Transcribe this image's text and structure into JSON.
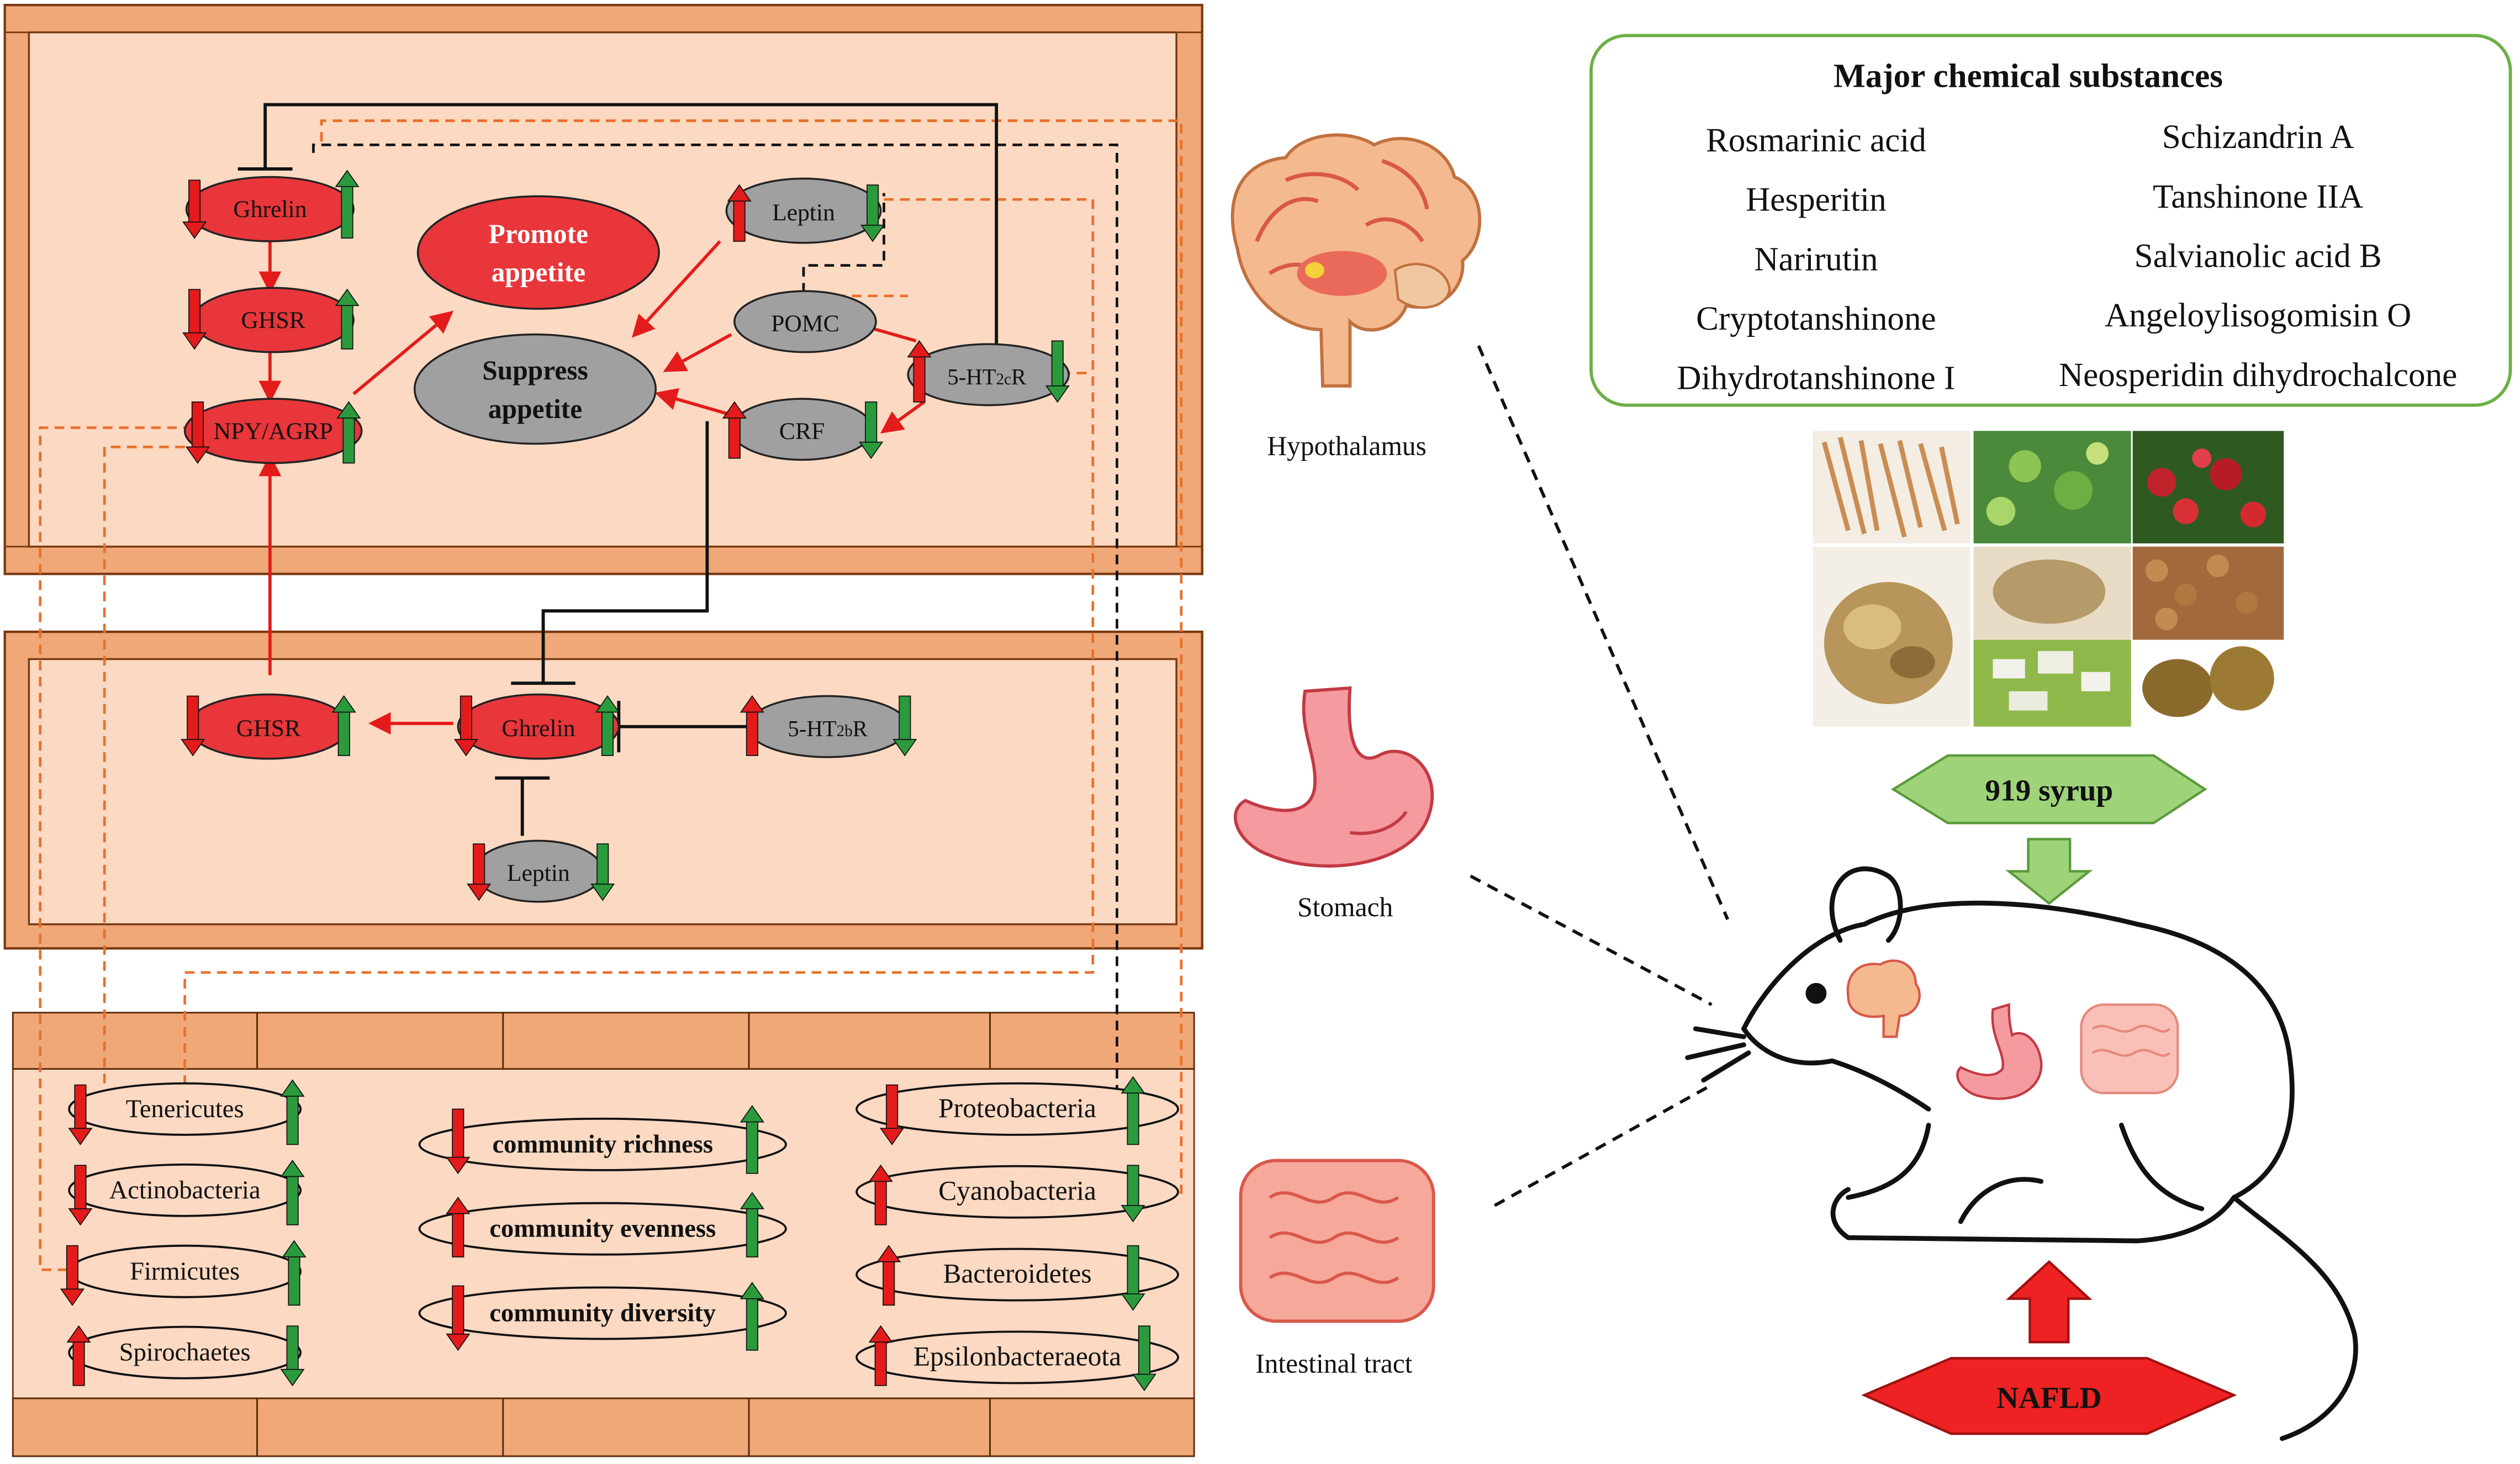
{
  "pathway": {
    "hypothalamus_nodes": {
      "ghrelin": "Ghrelin",
      "ghsr": "GHSR",
      "npy_agrp": "NPY/AGRP",
      "leptin": "Leptin",
      "pomc": "POMC",
      "crf": "CRF",
      "ht2c_main": "5-HT",
      "ht2c_sub": "2c",
      "ht2c_suffix": "R"
    },
    "outcomes": {
      "promote_line1": "Promote",
      "promote_line2": "appetite",
      "suppress_line1": "Suppress",
      "suppress_line2": "appetite"
    },
    "stomach_nodes": {
      "ghsr": "GHSR",
      "ghrelin": "Ghrelin",
      "ht2b_main": "5-HT",
      "ht2b_sub": "2b",
      "ht2b_suffix": "R",
      "leptin": "Leptin"
    },
    "gut_col1": [
      "Tenericutes",
      "Actinobacteria",
      "Firmicutes",
      "Spirochaetes"
    ],
    "gut_col2": [
      "community richness",
      "community evenness",
      "community diversity"
    ],
    "gut_col3": [
      "Proteobacteria",
      "Cyanobacteria",
      "Bacteroidetes",
      "Epsilonbacteraeota"
    ]
  },
  "organs": {
    "hypothalamus": "Hypothalamus",
    "stomach": "Stomach",
    "intestine": "Intestinal  tract"
  },
  "substances": {
    "title": "Major chemical substances",
    "left": [
      "Rosmarinic acid",
      "Hesperitin",
      "Narirutin",
      "Cryptotanshinone",
      "Dihydrotanshinone I"
    ],
    "right": [
      "Schizandrin A",
      "Tanshinone IIA",
      "Salvianolic acid B",
      "Angeloylisogomisin O",
      "Neosperidin dihydrochalcone"
    ]
  },
  "treatment": {
    "syrup": "919 syrup",
    "model": "NAFLD"
  },
  "colors": {
    "wall": "#f0a878",
    "chamber": "#fbd9c2",
    "node_red": "#e8363a",
    "node_gray": "#a0a0a0",
    "up_green": "#2b9a3d",
    "down_red": "#e41b1b",
    "dashed_orange": "#e8702a",
    "box_green": "#6bb045",
    "rhombus_green": "#9ed37a",
    "rhombus_red": "#ee2222"
  }
}
